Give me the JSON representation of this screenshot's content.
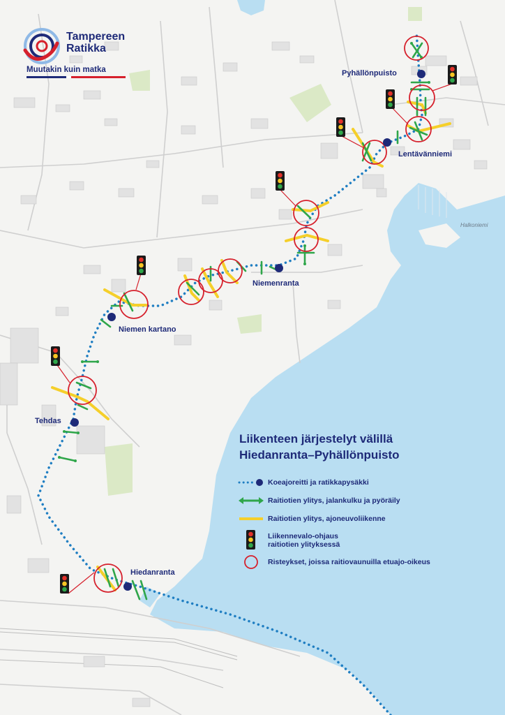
{
  "logo": {
    "line1": "Tampereen",
    "line2": "Ratikka",
    "slogan": "Muutakin kuin matka"
  },
  "stops": [
    "Pyhällönpuisto",
    "Lentävänniemi",
    "Niemenranta",
    "Niemen kartano",
    "Tehdas",
    "Hiedanranta"
  ],
  "places": {
    "halkoniemi": "Halkoniemi"
  },
  "legend": {
    "title_line1": "Liikenteen järjestelyt välillä",
    "title_line2": "Hiedanranta–Pyhällönpuisto",
    "items": [
      {
        "icon": "dotted-route-stop",
        "text": "Koeajoreitti ja ratikkapysäkki"
      },
      {
        "icon": "green-double-arrow",
        "text": "Raitiotien ylitys, jalankulku ja pyöräily"
      },
      {
        "icon": "yellow-line",
        "text": "Raitiotien ylitys, ajoneuvoliikenne"
      },
      {
        "icon": "traffic-light",
        "text": "Liikennevalo-ohjaus raitiotien ylityksessä"
      },
      {
        "icon": "red-circle",
        "text": "Risteykset, joissa raitiovaunuilla etuajo-oikeus"
      }
    ]
  },
  "colors": {
    "water": "#b9def2",
    "route": "#1f7ec2",
    "stop": "#1e2a78",
    "pedestrian": "#2fa64a",
    "vehicle": "#f5cf2a",
    "priority": "#d6202c",
    "brand": "#1e2a78"
  }
}
